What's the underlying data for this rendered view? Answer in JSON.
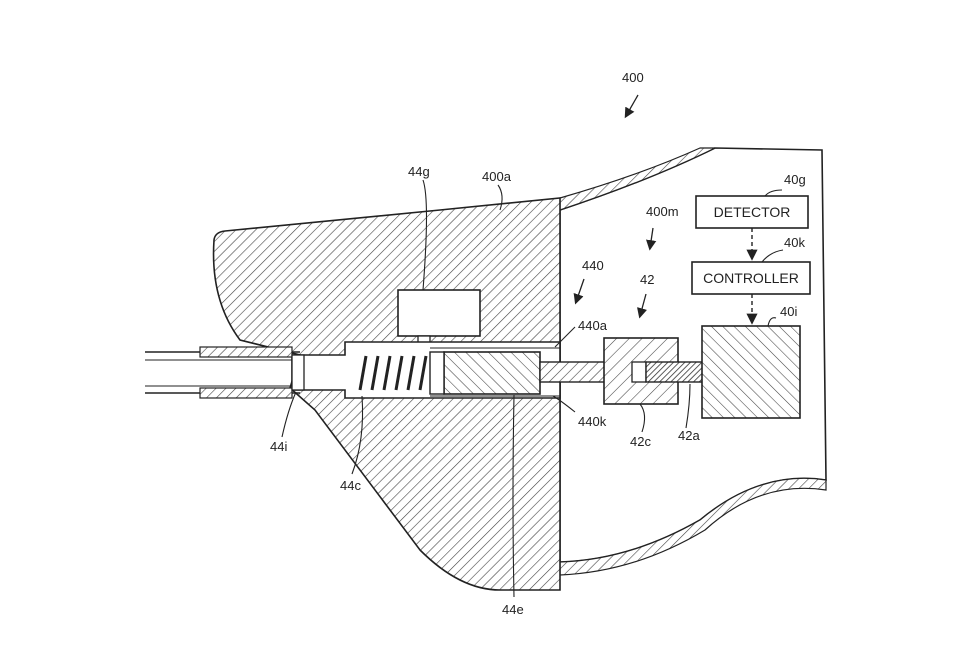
{
  "figure": {
    "ref_400": "400",
    "ref_400a": "400a",
    "ref_400m": "400m",
    "ref_440": "440",
    "ref_440a": "440a",
    "ref_440k": "440k",
    "ref_42": "42",
    "ref_42a": "42a",
    "ref_42c": "42c",
    "ref_40g": "40g",
    "ref_40k": "40k",
    "ref_40i": "40i",
    "ref_44g": "44g",
    "ref_44i": "44i",
    "ref_44c": "44c",
    "ref_44e": "44e",
    "detector_label": "DETECTOR",
    "controller_label": "CONTROLLER"
  }
}
